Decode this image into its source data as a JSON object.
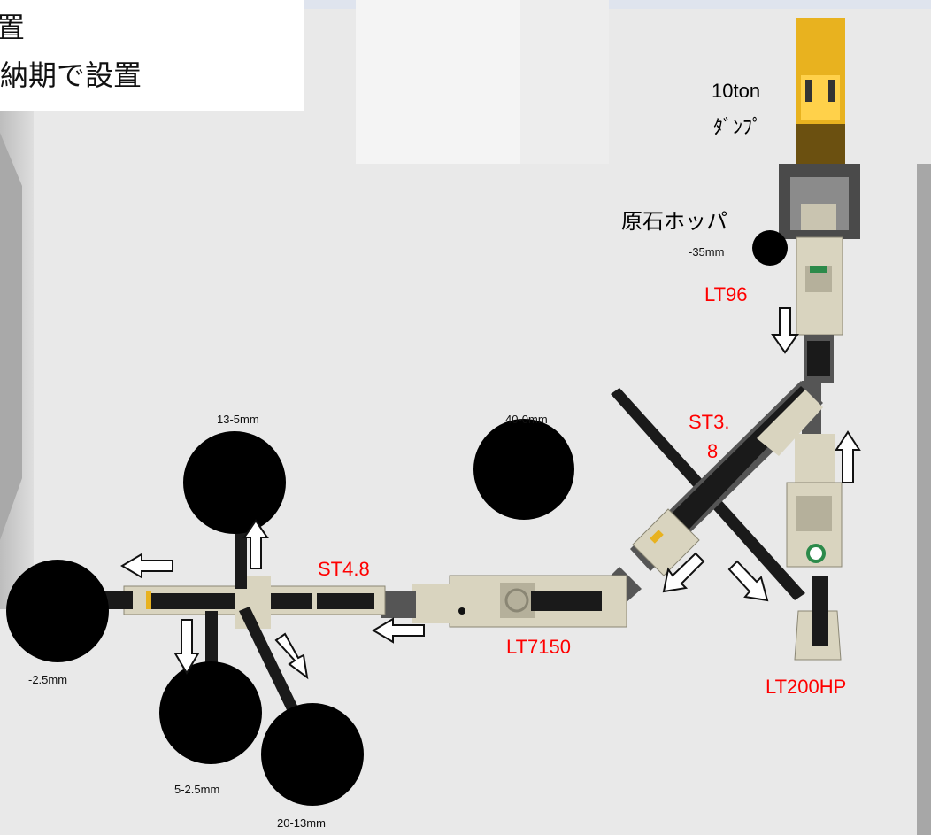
{
  "textbox": {
    "line1": "置",
    "line2": "納期で設置"
  },
  "labels": {
    "dump_size": "10ton",
    "dump_name": "ﾀﾞﾝﾌﾟ",
    "hopper": "原石ホッパ",
    "hopper_out": "-35mm",
    "lt96": "LT96",
    "st38_a": "ST3.",
    "st38_b": "8",
    "st48": "ST4.8",
    "lt7150": "LT7150",
    "lt200hp": "LT200HP"
  },
  "piles": {
    "p13_5": "13-5mm",
    "p40_0": "40-0mm",
    "p2_5": "-2.5mm",
    "p5_2_5": "5-2.5mm",
    "p20_13": "20-13mm"
  },
  "colors": {
    "background": "#e9e9e9",
    "machine_beige": "#d9d4bf",
    "conveyor": "#1a1a1a",
    "truck_yellow": "#e8b21f",
    "label_red": "#ff0000",
    "pile": "#000000"
  }
}
